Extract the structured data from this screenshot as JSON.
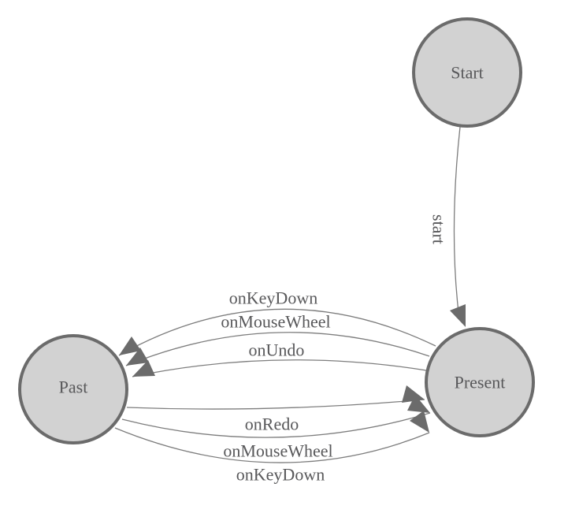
{
  "diagram": {
    "type": "state-machine",
    "nodes": [
      {
        "id": "start",
        "label": "Start"
      },
      {
        "id": "present",
        "label": "Present"
      },
      {
        "id": "past",
        "label": "Past"
      }
    ],
    "edges": [
      {
        "from": "Start",
        "to": "Present",
        "label": "start"
      },
      {
        "from": "Present",
        "to": "Past",
        "label": "onKeyDown"
      },
      {
        "from": "Present",
        "to": "Past",
        "label": "onMouseWheel"
      },
      {
        "from": "Present",
        "to": "Past",
        "label": "onUndo"
      },
      {
        "from": "Past",
        "to": "Present",
        "label": "onRedo"
      },
      {
        "from": "Past",
        "to": "Present",
        "label": "onMouseWheel"
      },
      {
        "from": "Past",
        "to": "Present",
        "label": "onKeyDown"
      }
    ],
    "colors": {
      "node_fill": "#d2d2d2",
      "node_stroke": "#6b6b6b",
      "edge": "#7d7d7d",
      "arrow": "#6b6b6b",
      "text": "#58585a",
      "background": "#ffffff"
    }
  }
}
